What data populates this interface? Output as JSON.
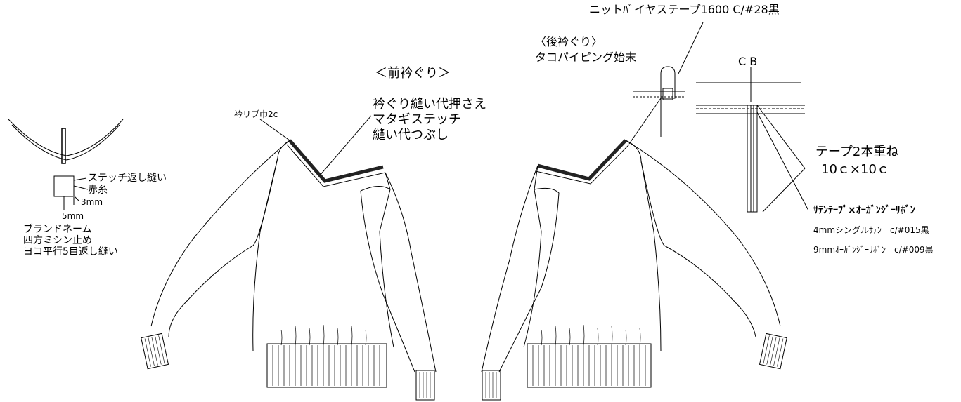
{
  "labels": {
    "knit_bias_tape": "ニットﾊﾞイヤステープ1600 C/#28黒",
    "back_neckline_title": "〈後衿ぐり〉",
    "back_neckline_desc": "タコパイピング始末",
    "front_neckline_title": "＜前衿ぐり＞",
    "front_note_1": "衿ぐり縫い代押さえ",
    "front_note_2": "マタギステッチ",
    "front_note_3": "縫い代つぶし",
    "collar_rib_width": "衿リブ巾2c",
    "cb": "C B",
    "tape_two_layer": "テープ2本重ね",
    "tape_size": "10ｃ×10ｃ",
    "satin_organza_ribbon": "ｻﾃﾝﾃｰﾌﾟ×ｵｰｶﾞﾝｼﾞｰﾘﾎﾞﾝ",
    "satin_4mm": "4mmシングルｻﾃﾝ　c/#015黒",
    "organza_9mm": "9mmｵｰｶﾞﾝｼﾞｰﾘﾎﾞﾝ　c/#009黒",
    "stitch_backtack": "ステッチ返し縫い",
    "red_thread": "赤糸",
    "dim_3mm": "3mm",
    "dim_5mm": "5mm",
    "brand_name": "ブランドネーム",
    "four_side_stitch": "四方ミシン止め",
    "horizontal_backtack": "ヨコ平行5目返し縫い"
  }
}
